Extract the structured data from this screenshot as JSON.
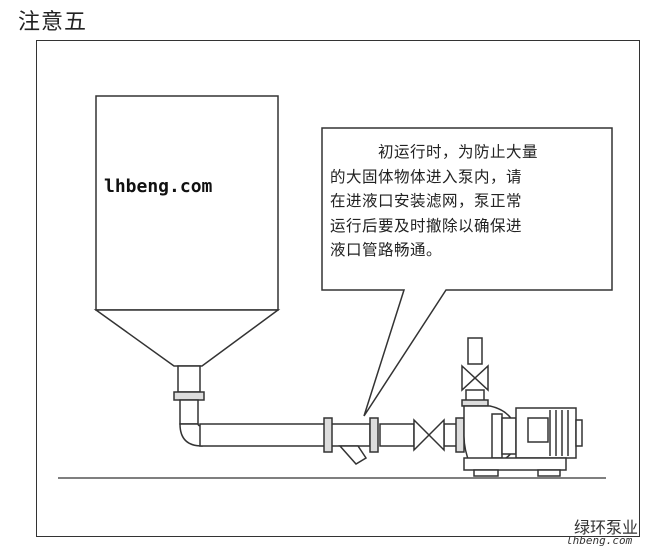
{
  "page": {
    "title": "注意五"
  },
  "watermark": {
    "main": "lhbeng.com"
  },
  "callout": {
    "lines": [
      "初运行时，为防止大量",
      "的大固体物体进入泵内，请",
      "在进液口安装滤网，泵正常",
      "运行后要及时撤除以确保进",
      "液口管路畅通。"
    ]
  },
  "brand": {
    "name": "绿环泵业",
    "url": "lhbeng.com"
  },
  "colors": {
    "line": "#333333",
    "fill": "#ffffff",
    "ground": "#555555"
  }
}
